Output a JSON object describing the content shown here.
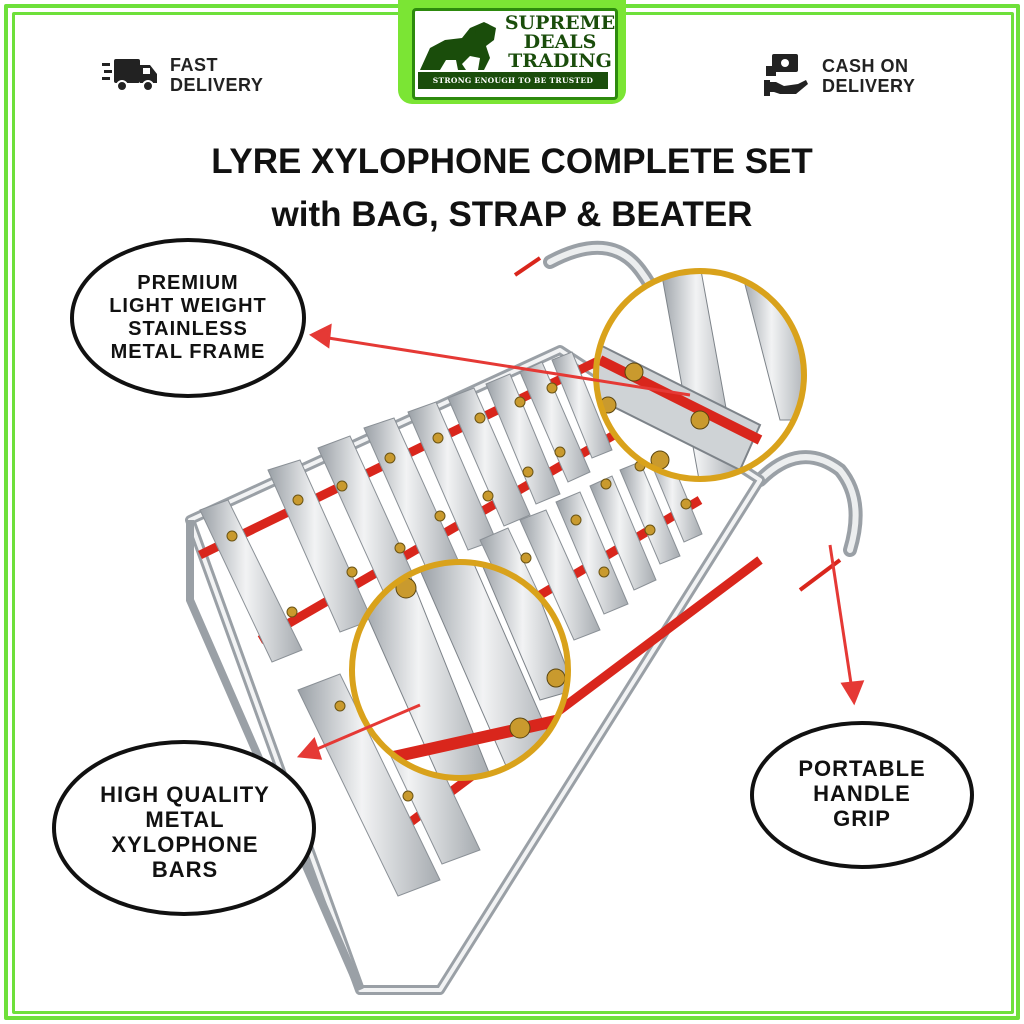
{
  "brand": {
    "name": "SUPREME\nDEALS\nTRADING",
    "tagline": "STRONG ENOUGH TO BE TRUSTED"
  },
  "features": {
    "fast_delivery": {
      "label": "FAST\nDELIVERY",
      "icon": "delivery-truck-icon"
    },
    "cash_on_delivery": {
      "label": "CASH ON\nDELIVERY",
      "icon": "cash-hand-icon"
    }
  },
  "headline": {
    "line1": "LYRE XYLOPHONE COMPLETE SET",
    "line2": "with BAG, STRAP & BEATER"
  },
  "callouts": {
    "frame": "PREMIUM\nLIGHT WEIGHT\nSTAINLESS\nMETAL FRAME",
    "bars": "HIGH QUALITY\nMETAL\nXYLOPHONE\nBARS",
    "handle": "PORTABLE\nHANDLE\nGRIP"
  },
  "colors": {
    "accent_green": "#6ee03a",
    "brand_dark_green": "#1a4d0b",
    "arrow_red": "#e53935",
    "felt_red": "#d9261c",
    "zoom_ring_gold": "#d9a21b"
  }
}
